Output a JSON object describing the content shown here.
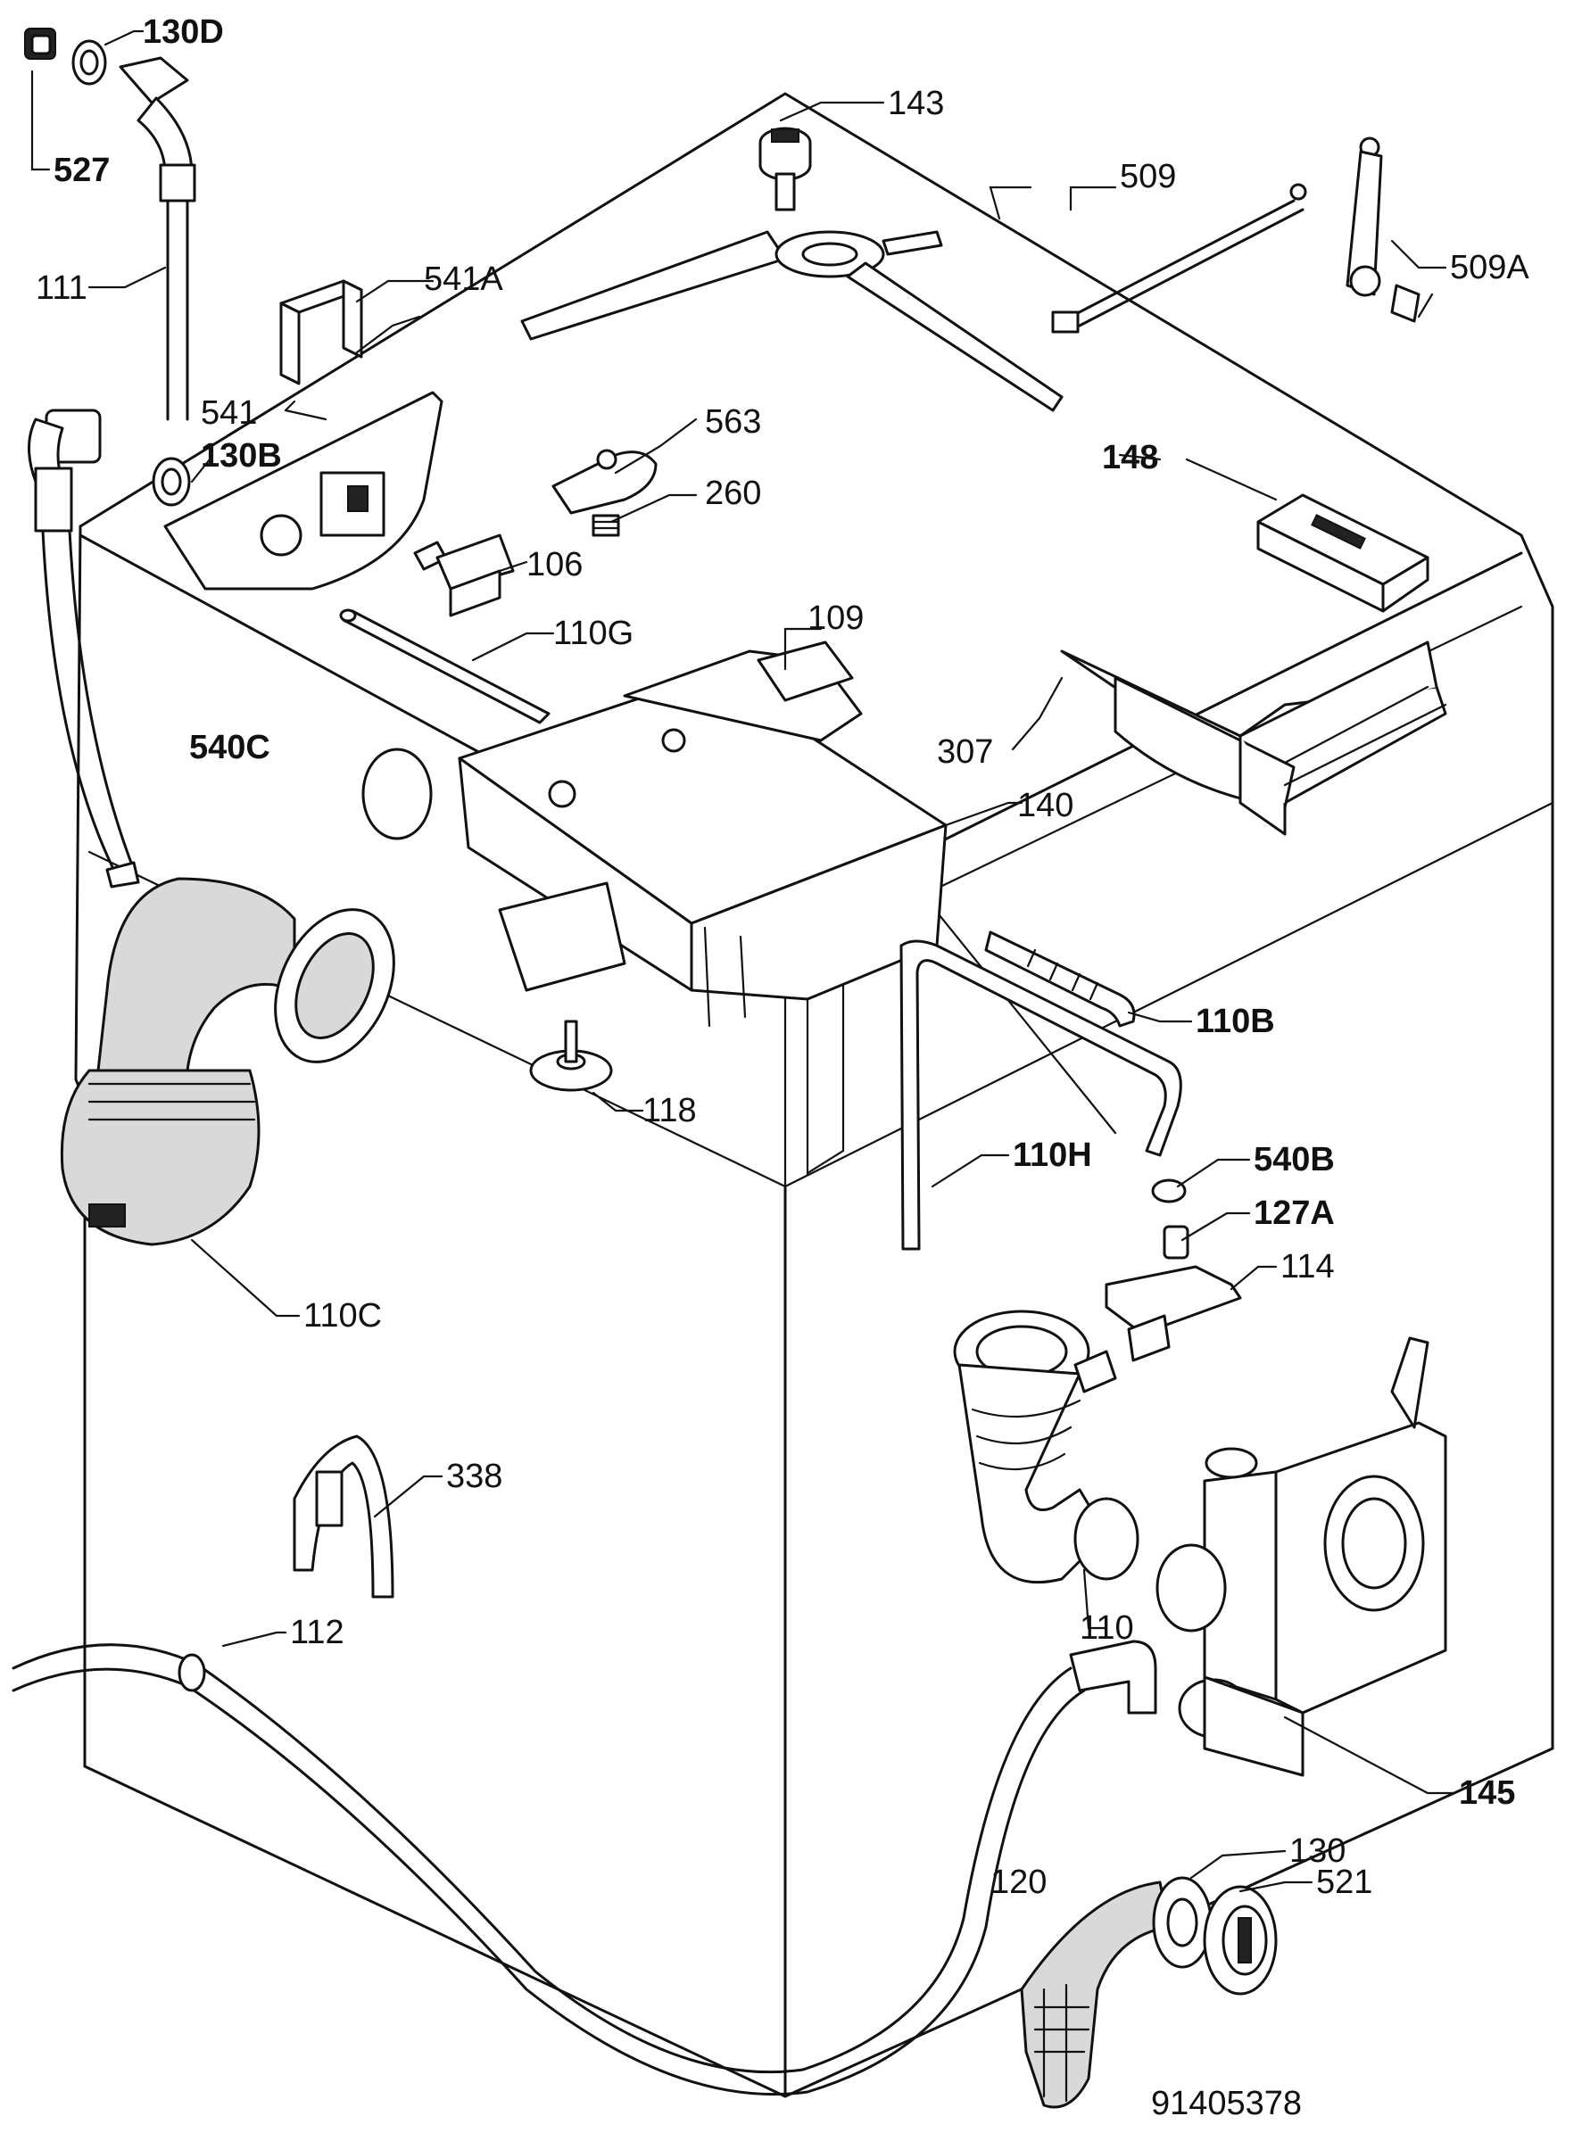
{
  "diagram": {
    "drawing_number": "91405378",
    "labels": {
      "p527": "527",
      "p130D": "130D",
      "p111": "111",
      "p130B": "130B",
      "p541": "541",
      "p541A": "541A",
      "p143": "143",
      "p509": "509",
      "p509A": "509A",
      "p563": "563",
      "p260": "260",
      "p106": "106",
      "p148": "148",
      "p110G": "110G",
      "p109": "109",
      "p540C": "540C",
      "p307": "307",
      "p140": "140",
      "p110B": "110B",
      "p118": "118",
      "p110H": "110H",
      "p540B": "540B",
      "p127A": "127A",
      "p114": "114",
      "p110C": "110C",
      "p338": "338",
      "p110": "110",
      "p112": "112",
      "p145": "145",
      "p130": "130",
      "p120": "120",
      "p521": "521"
    }
  }
}
